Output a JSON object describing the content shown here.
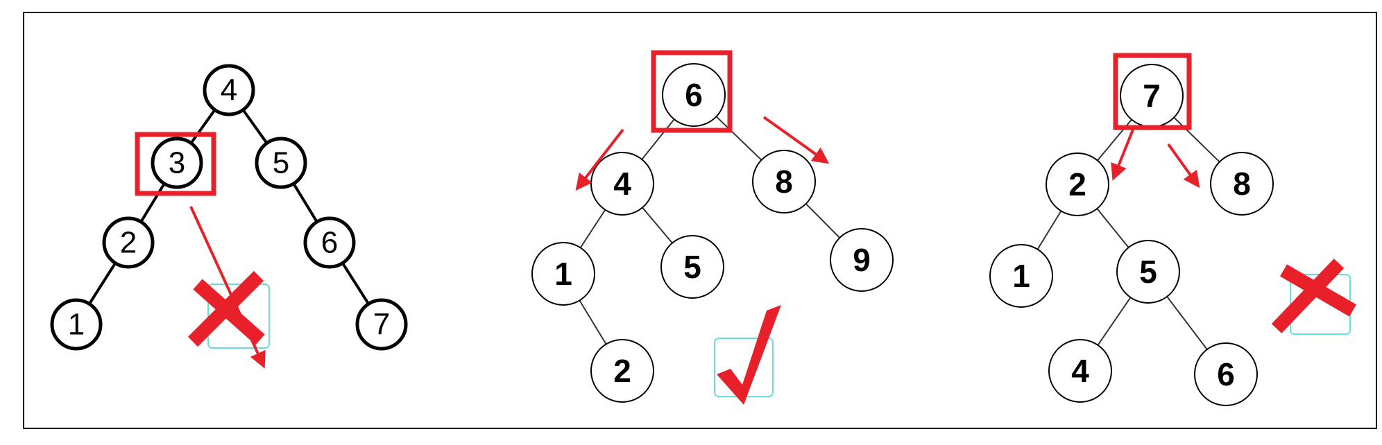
{
  "colors": {
    "highlight": "#e8202a",
    "cyan": "#66dede",
    "line": "#000000"
  },
  "trees": [
    {
      "name": "tree-1",
      "verdict": "invalid",
      "nodes": [
        {
          "id": "4",
          "label": "4"
        },
        {
          "id": "3",
          "label": "3"
        },
        {
          "id": "5",
          "label": "5"
        },
        {
          "id": "2",
          "label": "2"
        },
        {
          "id": "6",
          "label": "6"
        },
        {
          "id": "1",
          "label": "1"
        },
        {
          "id": "7",
          "label": "7"
        }
      ],
      "highlighted_node": "3"
    },
    {
      "name": "tree-2",
      "verdict": "valid",
      "nodes": [
        {
          "id": "6",
          "label": "6"
        },
        {
          "id": "4",
          "label": "4"
        },
        {
          "id": "8",
          "label": "8"
        },
        {
          "id": "1",
          "label": "1"
        },
        {
          "id": "5",
          "label": "5"
        },
        {
          "id": "9",
          "label": "9"
        },
        {
          "id": "2",
          "label": "2"
        }
      ],
      "highlighted_node": "6"
    },
    {
      "name": "tree-3",
      "verdict": "invalid",
      "nodes": [
        {
          "id": "7",
          "label": "7"
        },
        {
          "id": "2",
          "label": "2"
        },
        {
          "id": "8",
          "label": "8"
        },
        {
          "id": "1",
          "label": "1"
        },
        {
          "id": "5",
          "label": "5"
        },
        {
          "id": "4",
          "label": "4"
        },
        {
          "id": "6",
          "label": "6"
        }
      ],
      "highlighted_node": "7"
    }
  ]
}
